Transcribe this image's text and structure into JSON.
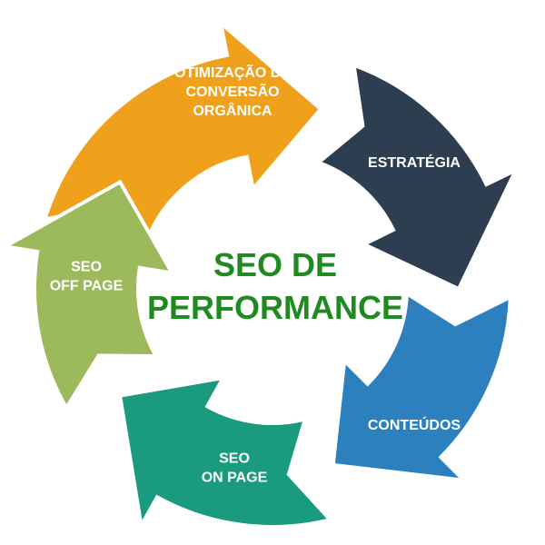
{
  "center": {
    "line1": "SEO DE",
    "line2": "PERFORMANCE",
    "color": "#1f8a1f"
  },
  "segments": [
    {
      "id": "otimizacao",
      "lines": [
        "OTIMIZAÇÃO DE",
        "CONVERSÃO",
        "ORGÂNICA"
      ],
      "color": "#f0a11b"
    },
    {
      "id": "estrategia",
      "lines": [
        "ESTRATÉGIA"
      ],
      "color": "#2c3e50"
    },
    {
      "id": "conteudos",
      "lines": [
        "CONTEÚDOS"
      ],
      "color": "#2b80bd"
    },
    {
      "id": "seo-on-page",
      "lines": [
        "SEO",
        "ON PAGE"
      ],
      "color": "#1a9a7e"
    },
    {
      "id": "seo-off-page",
      "lines": [
        "SEO",
        "OFF PAGE"
      ],
      "color": "#9cba5c"
    }
  ]
}
